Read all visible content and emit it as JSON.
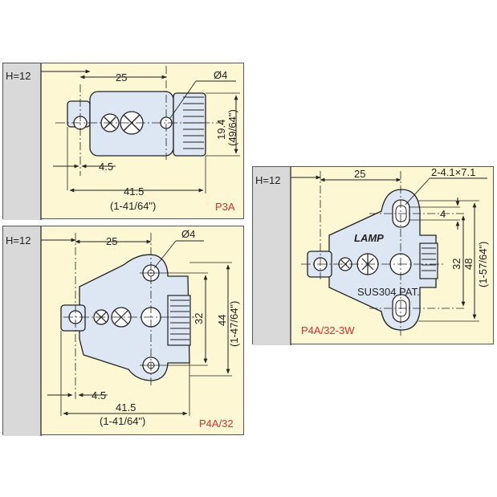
{
  "panels": {
    "p3a": {
      "side_label": "H=12",
      "model": "P3A",
      "dim_25": "25",
      "dim_hole": "Ø4",
      "dim_height_mm": "19.4",
      "dim_height_in": "(49/64\")",
      "dim_4_5": "4.5",
      "dim_width_mm": "41.5",
      "dim_width_in": "(1-41/64\")"
    },
    "p4a32": {
      "side_label": "H=12",
      "model": "P4A/32",
      "dim_25": "25",
      "dim_hole": "Ø4",
      "dim_32": "32",
      "dim_44_mm": "44",
      "dim_44_in": "(1-47/64\")",
      "dim_4_5": "4.5",
      "dim_width_mm": "41.5",
      "dim_width_in": "(1-41/64\")"
    },
    "p4a323w": {
      "side_label": "H=12",
      "model": "P4A/32-3W",
      "dim_25": "25",
      "dim_slot": "2-4.1×7.1",
      "dim_4": "4",
      "dim_32": "32",
      "dim_48_mm": "48",
      "dim_48_in": "(1-57/64\")",
      "stamp_brand": "LAMP",
      "stamp_text": "SUS304 PAT."
    }
  },
  "colors": {
    "panel_bg": "#fdf7d4",
    "wall": "#d9d9d9",
    "part": "#dde7f3",
    "line": "#222222",
    "model_label": "#e4292c"
  }
}
